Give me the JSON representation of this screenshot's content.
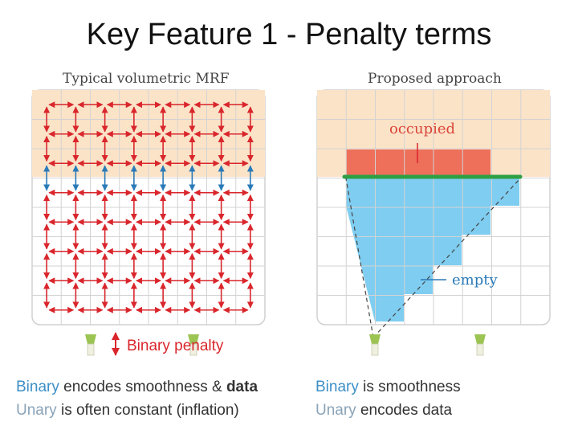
{
  "title": "Key Feature 1 - Penalty terms",
  "left_panel": {
    "caption": "Typical volumetric MRF",
    "legend_label": "Binary penalty"
  },
  "right_panel": {
    "caption": "Proposed approach",
    "occupied_label": "occupied",
    "empty_label": "empty"
  },
  "notes_left": {
    "line1_word": "Binary",
    "line1_rest": " encodes smoothness & ",
    "line1_bold": "data",
    "line2_word": "Unary",
    "line2_rest": " is often constant (inflation)"
  },
  "notes_right": {
    "line1_word": "Binary",
    "line1_rest": " is smoothness",
    "line2_word": "Unary",
    "line2_rest": " encodes data"
  },
  "colors": {
    "occupied_region": "#fbe3c8",
    "occupied_cells": "#ee6f5a",
    "empty_cells": "#7fcdf0",
    "surface_line": "#2ea043",
    "arrow_red": "#d9262c",
    "arrow_blue": "#2a7ab8",
    "camera": "#9bc453"
  }
}
